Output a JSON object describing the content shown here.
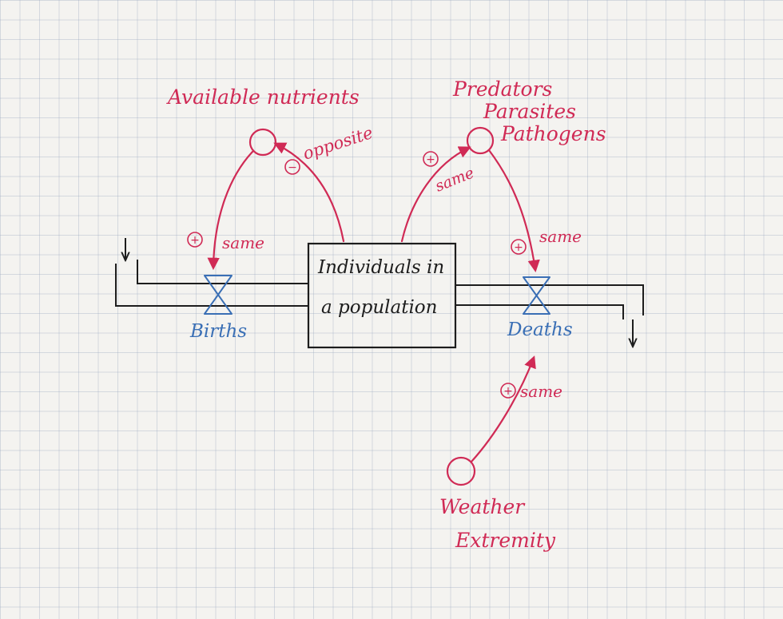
{
  "stock": {
    "line1": "Individuals in",
    "line2": "a population"
  },
  "flows": {
    "births": "Births",
    "deaths": "Deaths"
  },
  "variables": {
    "nutrients": "Available nutrients",
    "predators_line1": "Predators",
    "predators_line2": "Parasites",
    "predators_line3": "Pathogens",
    "weather_line1": "Weather",
    "weather_line2": "Extremity"
  },
  "links": {
    "nutrients_to_births": {
      "sign": "+",
      "label": "same"
    },
    "population_to_nutrients": {
      "sign": "−",
      "label": "opposite"
    },
    "population_to_predators": {
      "sign": "+",
      "label": "same"
    },
    "predators_to_deaths": {
      "sign": "+",
      "label": "same"
    },
    "weather_to_deaths": {
      "sign": "+",
      "label": "same"
    }
  },
  "colors": {
    "link": "#d02a55",
    "flow_label": "#3a6fb5",
    "stock": "#1d1d1d",
    "paper": "#f4f3f0"
  }
}
